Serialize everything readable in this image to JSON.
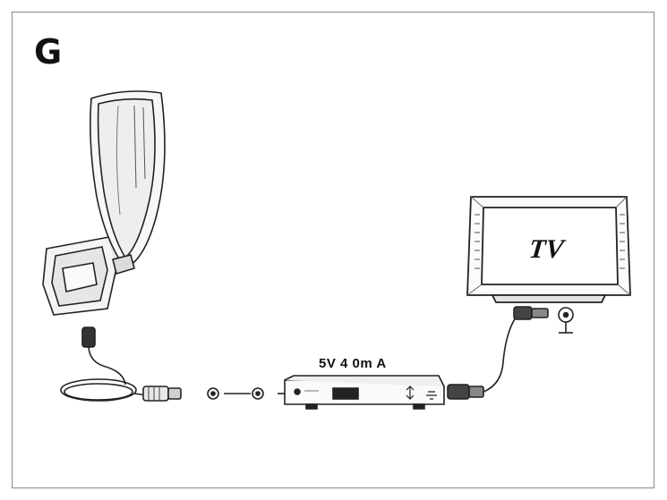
{
  "figure": {
    "panel_letter": "G",
    "power_label": "5V 4 0m A",
    "tv_label": "TV"
  },
  "icons": {
    "antenna": "indoor-antenna-icon",
    "coax_connector": "coax-connector-icon",
    "power_injector": "power-injector-box-icon",
    "tv": "tv-screen-icon",
    "ground": "ground-symbol-icon"
  }
}
